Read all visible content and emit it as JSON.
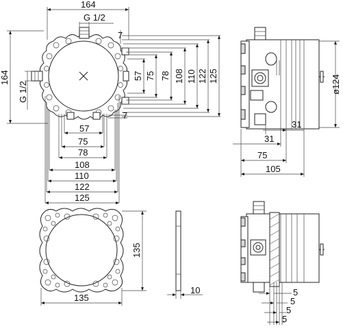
{
  "top_front": {
    "width_label": "164",
    "height_label": "164",
    "thread_top_label": "G 1/2",
    "thread_side_label": "G 1/2",
    "offset_top_label": "7",
    "offset_bottom_label": "7",
    "vertical_dims": [
      "57",
      "75",
      "78",
      "108",
      "110",
      "122",
      "125"
    ],
    "horizontal_dims": [
      "57",
      "75",
      "78",
      "108",
      "110",
      "122",
      "125"
    ]
  },
  "side_view": {
    "diameter_label": "ø124",
    "dims": [
      "31",
      "31",
      "75",
      "105"
    ]
  },
  "plate_view": {
    "width_label": "135",
    "height_label": "135"
  },
  "thin_section": {
    "thickness_label": "10"
  },
  "side_section": {
    "dims": [
      "5",
      "5",
      "5",
      "5"
    ]
  }
}
